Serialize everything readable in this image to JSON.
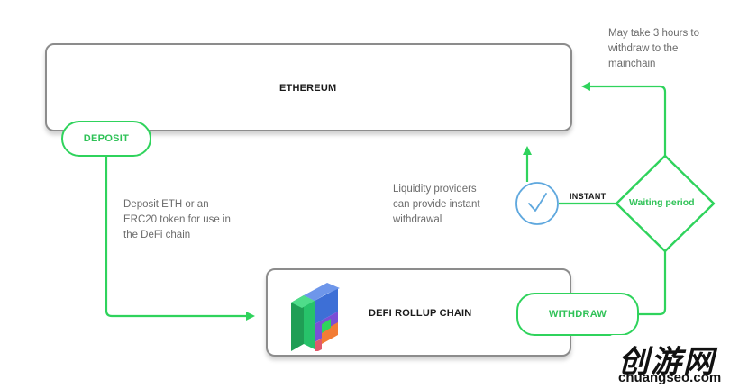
{
  "ethereum": {
    "title": "ETHEREUM"
  },
  "defi_rollup": {
    "title": "DEFI ROLLUP CHAIN"
  },
  "deposit": {
    "label": "DEPOSIT",
    "note": "Deposit ETH or an\nERC20 token for use in\nthe DeFi chain"
  },
  "withdraw": {
    "label": "WITHDRAW"
  },
  "waiting": {
    "label": "Waiting period",
    "note": "May take 3 hours to\nwithdraw to the\nmainchain"
  },
  "instant": {
    "label": "INSTANT",
    "note": "Liquidity providers\ncan provide instant\nwithdrawal"
  },
  "watermark": {
    "chinese": "创游网",
    "url": "chuangseo.com"
  },
  "colors": {
    "accent": "#2fd35c",
    "box_border": "#8c8c8c",
    "check_circle": "#5fa8de"
  },
  "icons": {
    "instant_icon": "checkmark-circle-icon",
    "chain_icon": "blocks-icon"
  }
}
